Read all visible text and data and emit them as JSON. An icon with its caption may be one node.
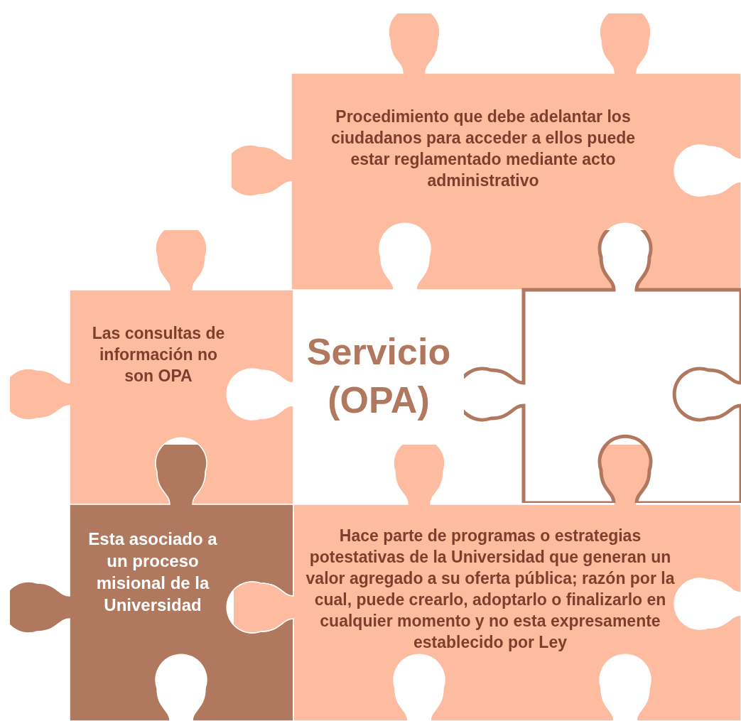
{
  "diagram": {
    "nodes": [
      {
        "text": [
          "Procedimiento que debe adelantar los ciudadanos para acceder a ellos puede estar reglamentado mediante acto administrativo"
        ]
      },
      {
        "text": [
          "Las consultas de información no son OPA"
        ]
      },
      {
        "text": [
          "Servicio (OPA)"
        ]
      },
      {
        "text": [],
        "shape": "box"
      },
      {
        "text": [
          "Esta asociado a un proceso misional de la Universidad"
        ]
      },
      {
        "text": [
          "Hace parte de programas o estrategias potestativas de la Universidad que generan un valor agregado a su oferta pública; razón por la cual, puede crearlo, adoptarlo o finalizarlo en cualquier momento y no esta expresamente establecido por Ley"
        ]
      }
    ]
  }
}
